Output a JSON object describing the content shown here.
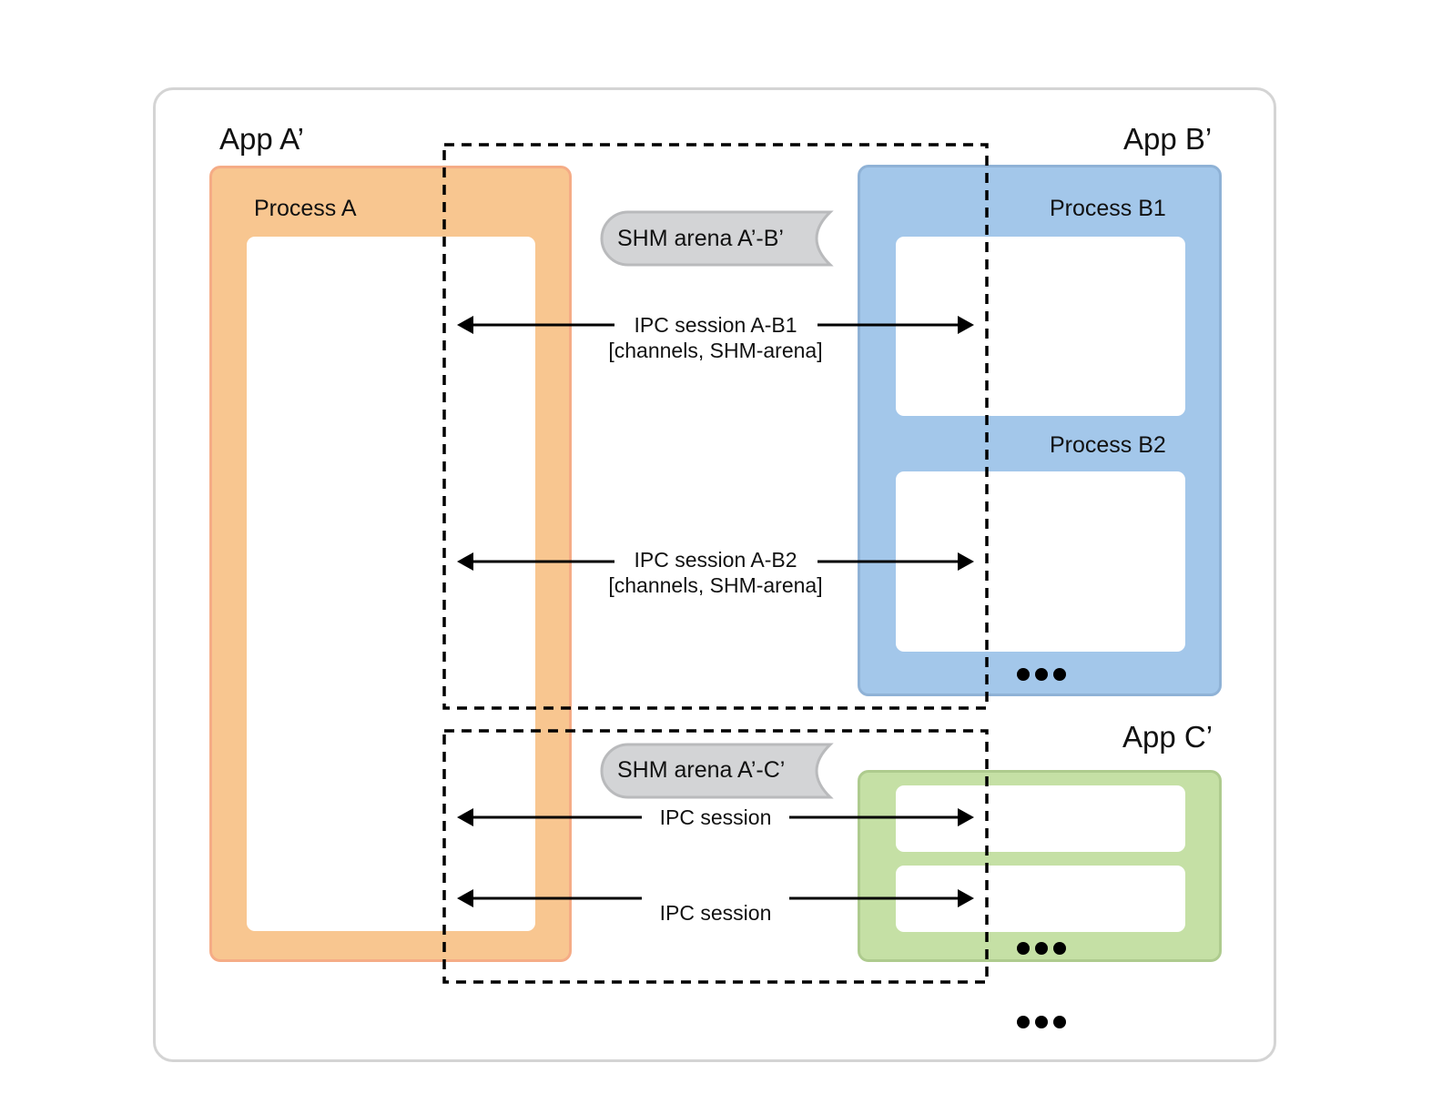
{
  "apps": {
    "a": {
      "title": "App A’",
      "process": "Process A"
    },
    "b": {
      "title": "App B’",
      "processes": [
        "Process B1",
        "Process B2"
      ],
      "more": "•••"
    },
    "c": {
      "title": "App C’",
      "more": "•••"
    }
  },
  "arenas": {
    "ab": {
      "label": "SHM arena A’-B’",
      "sessions": [
        {
          "title": "IPC session A-B1",
          "detail": "[channels, SHM-arena]"
        },
        {
          "title": "IPC session A-B2",
          "detail": "[channels, SHM-arena]"
        }
      ]
    },
    "ac": {
      "label": "SHM arena A’-C’",
      "sessions": [
        {
          "title": "IPC session"
        },
        {
          "title": "IPC session"
        }
      ]
    }
  },
  "more_apps": "•••",
  "colors": {
    "app_a_fill": "#f8c690",
    "app_a_border": "#f5ac86",
    "app_b_fill": "#a3c7ea",
    "app_b_border": "#8fb2d6",
    "app_c_fill": "#c5e0a5",
    "app_c_border": "#aecb8e",
    "shm_fill": "#d3d4d6",
    "shm_border": "#b9babc",
    "frame_border": "#d4d4d4"
  }
}
